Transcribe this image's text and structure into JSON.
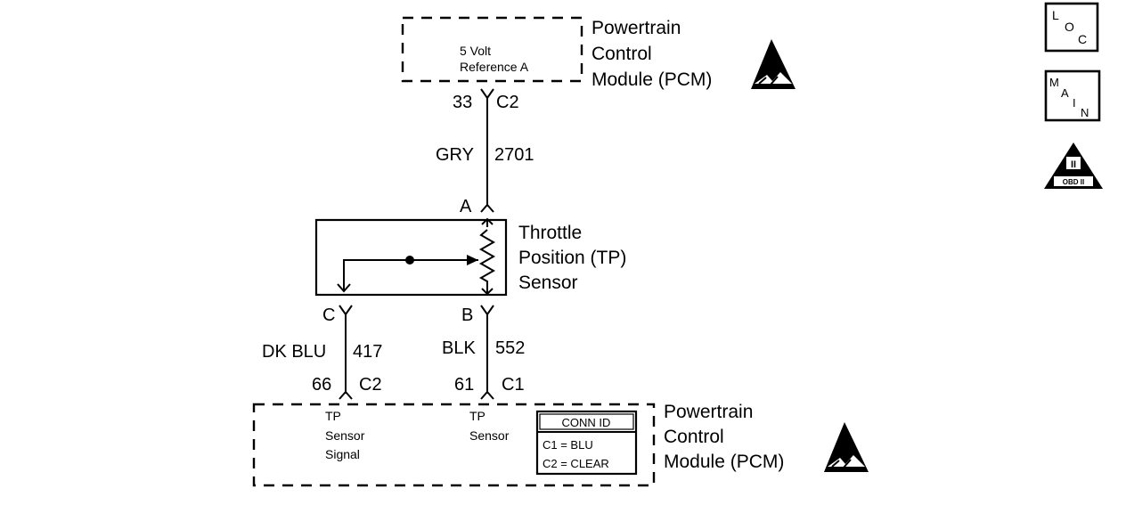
{
  "top_module": {
    "name_lines": [
      "Powertrain",
      "Control",
      "Module (PCM)"
    ],
    "circuit_label_lines": [
      "5 Volt",
      "Reference A"
    ],
    "esd_icon": "esd-warning-icon"
  },
  "wire_gry": {
    "pin": "33",
    "connector": "C2",
    "color": "GRY",
    "circuit": "2701",
    "sensor_terminal": "A"
  },
  "sensor": {
    "name_lines": [
      "Throttle",
      "Position (TP)",
      "Sensor"
    ]
  },
  "wire_dkblu": {
    "sensor_terminal": "C",
    "color": "DK BLU",
    "circuit": "417",
    "pin": "66",
    "connector": "C2"
  },
  "wire_blk": {
    "sensor_terminal": "B",
    "color": "BLK",
    "circuit": "552",
    "pin": "61",
    "connector": "C1"
  },
  "bottom_module": {
    "name_lines": [
      "Powertrain",
      "Control",
      "Module (PCM)"
    ],
    "signal_label_lines": [
      "TP",
      "Sensor",
      "Signal"
    ],
    "ground_label_lines": [
      "TP",
      "Sensor"
    ],
    "conn_id": {
      "title": "CONN ID",
      "rows": [
        "C1 = BLU",
        "C2 = CLEAR"
      ]
    },
    "esd_icon": "esd-warning-icon"
  },
  "nav_icons": {
    "loc": {
      "letters": [
        "L",
        "O",
        "C"
      ],
      "icon": "loc-icon"
    },
    "main": {
      "letters": [
        "M",
        "A",
        "I",
        "N"
      ],
      "icon": "main-icon"
    },
    "obd": {
      "numeral": "II",
      "label": "OBD II",
      "icon": "obd-ii-icon"
    }
  }
}
